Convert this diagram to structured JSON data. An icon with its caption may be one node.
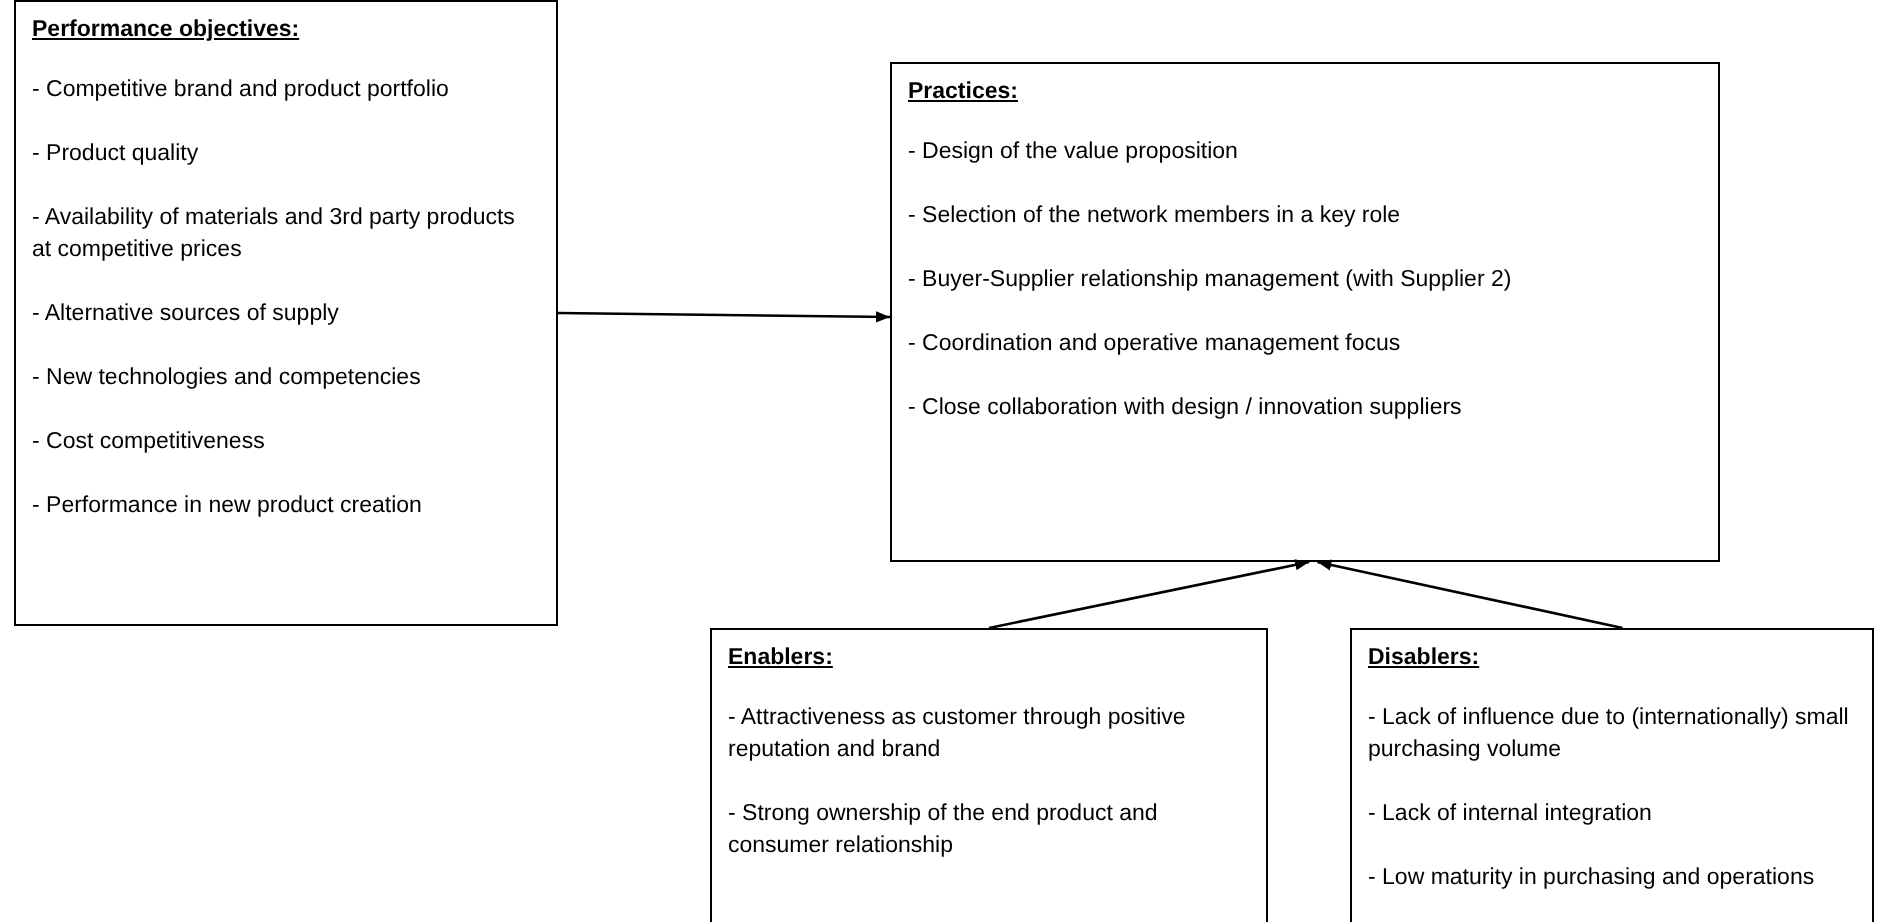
{
  "diagram": {
    "nodes": [
      {
        "text": [
          "Performance objectives:",
          "- Competitive brand and product portfolio",
          "- Product quality",
          "- Availability of materials and 3rd party products at competitive prices",
          "- Alternative sources of supply",
          "- New technologies and competencies",
          "- Cost competitiveness",
          "- Performance in new product creation"
        ]
      },
      {
        "text": [
          "Practices:",
          "- Design of the value proposition",
          "- Selection of the network members in a key role",
          "- Buyer-Supplier relationship management (with Supplier 2)",
          "- Coordination and operative management focus",
          "- Close collaboration with design / innovation suppliers"
        ]
      },
      {
        "text": [
          "Enablers:",
          "- Attractiveness as customer through positive reputation and brand",
          "- Strong ownership of the end product and consumer relationship"
        ]
      },
      {
        "text": [
          "Disablers:",
          "- Lack of influence due to (internationally) small purchasing volume",
          "- Lack of internal integration",
          "- Low maturity in purchasing and operations"
        ]
      }
    ],
    "edges": [
      {
        "from": 0,
        "to": 1,
        "arrow": "to"
      },
      {
        "from": 2,
        "to": 1,
        "arrow": "to"
      },
      {
        "from": 3,
        "to": 1,
        "arrow": "to"
      }
    ]
  }
}
